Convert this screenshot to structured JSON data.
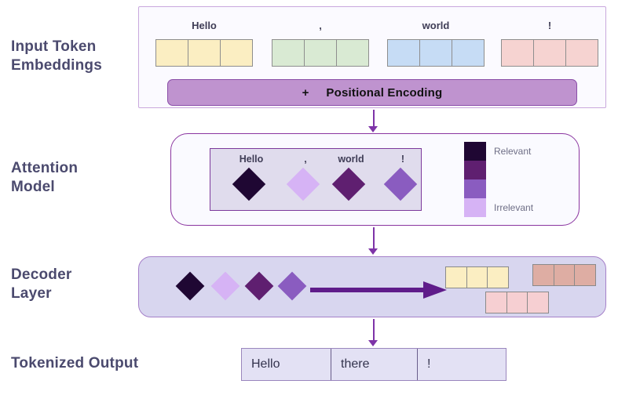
{
  "rows": [
    {
      "label": "Input Token\nEmbeddings"
    },
    {
      "label": "Attention\nModel"
    },
    {
      "label": "Decoder\nLayer"
    },
    {
      "label": "Tokenized Output"
    }
  ],
  "input_embeddings": {
    "tokens": [
      {
        "label": "Hello",
        "color": "#fbeec2",
        "cells": 3
      },
      {
        "label": ",",
        "color": "#d9ead3",
        "cells": 3
      },
      {
        "label": "world",
        "color": "#c6dcf5",
        "cells": 3
      },
      {
        "label": "!",
        "color": "#f6d3d1",
        "cells": 3
      }
    ],
    "positional_encoding": {
      "plus": "+",
      "text": "Positional Encoding",
      "color": "#bf93cf"
    }
  },
  "attention": {
    "tokens": [
      {
        "label": "Hello",
        "color": "#1f0733"
      },
      {
        "label": ",",
        "color": "#d6b3f5"
      },
      {
        "label": "world",
        "color": "#5f1f70"
      },
      {
        "label": "!",
        "color": "#8a5cc0"
      }
    ],
    "legend": {
      "top_label": "Relevant",
      "bottom_label": "Irrelevant",
      "swatches": [
        "#1f0733",
        "#5f1f70",
        "#8a5cc0",
        "#d6b3f5"
      ]
    }
  },
  "decoder": {
    "diamonds": [
      "#1f0733",
      "#d6b3f5",
      "#5f1f70",
      "#8a5cc0"
    ],
    "arrow_color": "#5f1c8a",
    "output_blocks": [
      {
        "color": "#fbeec2",
        "cells": 3
      },
      {
        "color": "#deada3",
        "cells": 3
      },
      {
        "color": "#f6cfd2",
        "cells": 3
      }
    ]
  },
  "tokenized_output": {
    "cells": [
      "Hello",
      "there",
      "!"
    ]
  },
  "colors": {
    "label_text": "#4b4a6e",
    "panel_border_input": "#c9a8dd",
    "panel_border_attention": "#8a35a0",
    "panel_border_decoder": "#a580c9",
    "connector": "#7e34a8"
  }
}
